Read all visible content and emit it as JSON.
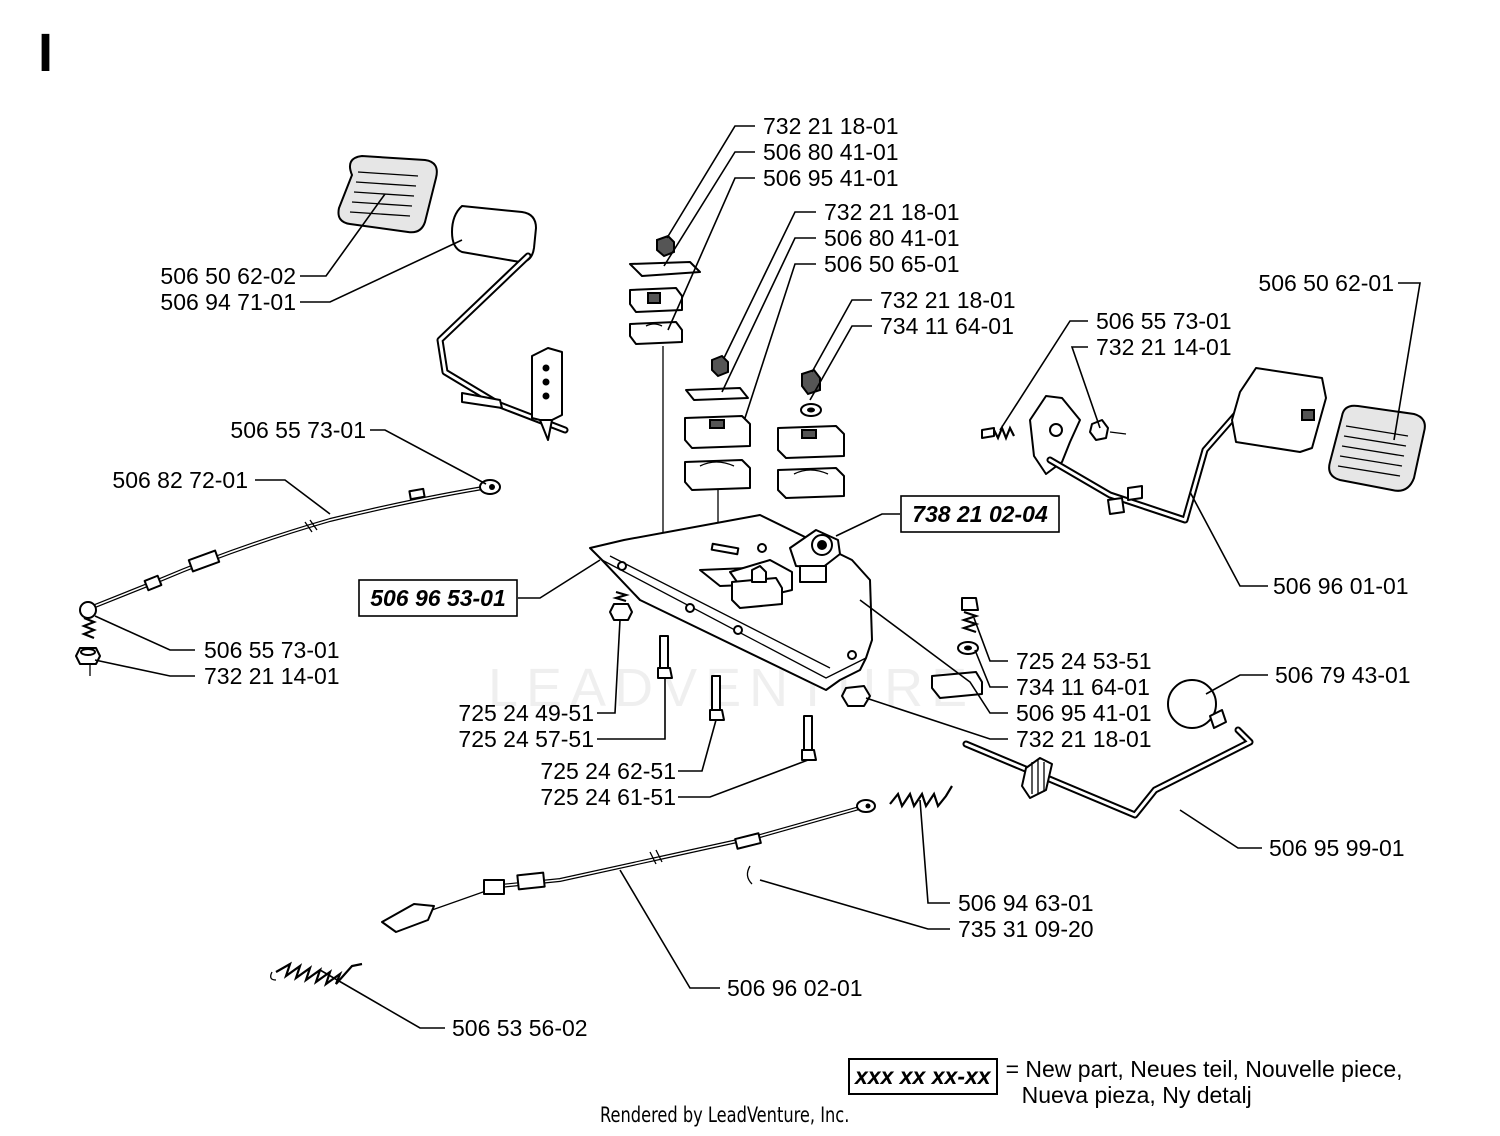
{
  "page_letter": "I",
  "parts": {
    "p01": "732 21 18-01",
    "p02": "506 80 41-01",
    "p03": "506 95 41-01",
    "p04": "732 21 18-01",
    "p05": "506 80 41-01",
    "p06": "506 50 65-01",
    "p07": "732 21 18-01",
    "p08": "734 11 64-01",
    "p09": "506 50 62-02",
    "p10": "506 94 71-01",
    "p11": "506 55 73-01",
    "p12": "506 82 72-01",
    "p13": "506 55 73-01",
    "p14": "732 21 14-01",
    "p15": "506 96 53-01",
    "p16": "738 21 02-04",
    "p17": "725 24 49-51",
    "p18": "725 24 57-51",
    "p19": "725 24 62-51",
    "p20": "725 24 61-51",
    "p21": "506 50 62-01",
    "p22": "506 55 73-01",
    "p23": "732 21 14-01",
    "p24": "506 96 01-01",
    "p25": "725 24 53-51",
    "p26": "734 11 64-01",
    "p27": "506 95 41-01",
    "p28": "732 21 18-01",
    "p29": "506 79 43-01",
    "p30": "506 95 99-01",
    "p31": "506 94 63-01",
    "p32": "735 31 09-20",
    "p33": "506 96 02-01",
    "p34": "506 53 56-02"
  },
  "legend": {
    "code": "xxx xx xx-xx",
    "line1": "= New part, Neues teil, Nouvelle piece,",
    "line2": "Nueva pieza, Ny detalj"
  },
  "watermark": "LEADVENTURE",
  "footer": "Rendered by LeadVenture, Inc."
}
